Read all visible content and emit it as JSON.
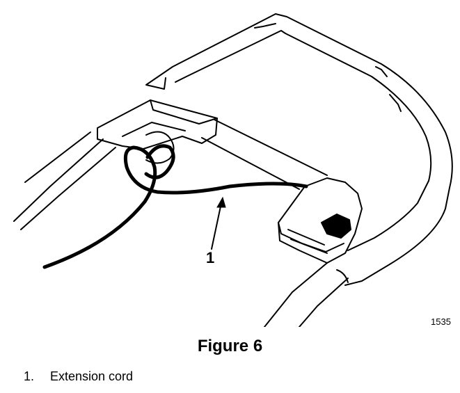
{
  "figure": {
    "callout": "1",
    "image_id": "1535",
    "caption": "Figure 6",
    "legend": [
      {
        "number": "1.",
        "label": "Extension cord"
      }
    ]
  }
}
